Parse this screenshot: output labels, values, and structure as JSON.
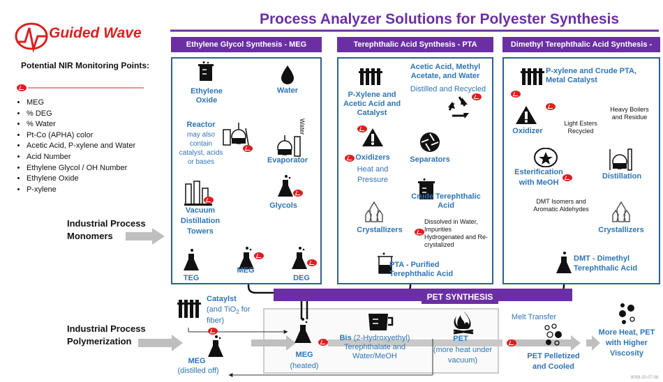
{
  "title": "Process Analyzer Solutions for Polyester Synthesis",
  "logo": {
    "text": "Guided Wave",
    "color": "#d92020"
  },
  "accent_color": "#6b2fa3",
  "panel_border_color": "#2f5f8f",
  "label_color": "#2e74b5",
  "monitoring": {
    "heading": "Potential NIR Monitoring Points:",
    "items": [
      "MEG",
      "% DEG",
      "% Water",
      "Pt-Co (APHA) color",
      "Acetic Acid, P-xylene and Water",
      "Acid Number",
      "Ethylene Glycol / OH Number",
      "Ethylene Oxide",
      "P-xylene"
    ]
  },
  "left_labels": {
    "monomers": "Industrial Process Monomers",
    "polymerization": "Industrial Process Polymerization"
  },
  "meg_panel": {
    "header": "Ethylene Glycol Synthesis - MEG",
    "ethylene_oxide": "Ethylene Oxide",
    "water": "Water",
    "water_vertical": "Water",
    "reactor": "Reactor",
    "reactor_note": "may also contain catalyst, acids or bases",
    "evaporator": "Evaporator",
    "glycols": "Glycols",
    "vacuum": "Vacuum Distillation Towers",
    "teg": "TEG",
    "meg": "MEG",
    "deg": "DEG"
  },
  "pta_panel": {
    "header": "Terephthalic Acid Synthesis - PTA",
    "feed": "P-Xylene and Acetic Acid and Catalyst",
    "recycle_title": "Acetic Acid, Methyl Acetate, and Water",
    "recycle_note": "Distilled and Recycled",
    "oxidizers": "Oxidizers",
    "oxidizers_note": "Heat and Pressure",
    "separators": "Separators",
    "crude": "Crude Terephthalic Acid",
    "crystallizers": "Crystallizers",
    "dissolved_note": "Dissolved in Water, Impurities Hydrogenated and Re-crystalized",
    "pta_purified": "PTA - Purified Terephthalic Acid"
  },
  "dmt_panel": {
    "header": "Dimethyl Terephthalic Acid Synthesis - DMT",
    "feed": "P-xylene and Crude PTA, Metal Catalyst",
    "oxidizer": "Oxidizer",
    "light_esters": "Light Esters Recycled",
    "heavy_boilers": "Heavy Boilers and Residue",
    "esterification": "Esterification with MeOH",
    "distillation": "Distillation",
    "isomers_note": "DMT Isomers and Aromatic Aldehydes",
    "crystallizers": "Crystallizers",
    "dmt": "DMT - Dimethyl Terephthalic Acid"
  },
  "pet": {
    "header": "PET SYNTHESIS",
    "catalyst": "Cataylst",
    "catalyst_note_pre": "(and TiO",
    "catalyst_note_sub": "2",
    "catalyst_note_post": " for fiber)",
    "meg_distilled": "MEG",
    "meg_distilled_note": "(distilled off)",
    "meg_heated": "MEG",
    "meg_heated_note": "(heated)",
    "bis_bold": "Bis",
    "bis_rest": " (2-Hydroxyethyl) Terephthalate and Water/MeOH",
    "pet": "PET",
    "pet_note": "(more heat under vacuum)",
    "melt_transfer": "Melt Transfer",
    "pelletized": "PET Pelletized and Cooled",
    "final": "More Heat, PET with Higher Viscosity"
  },
  "footer_code": "8058-20-07-06"
}
